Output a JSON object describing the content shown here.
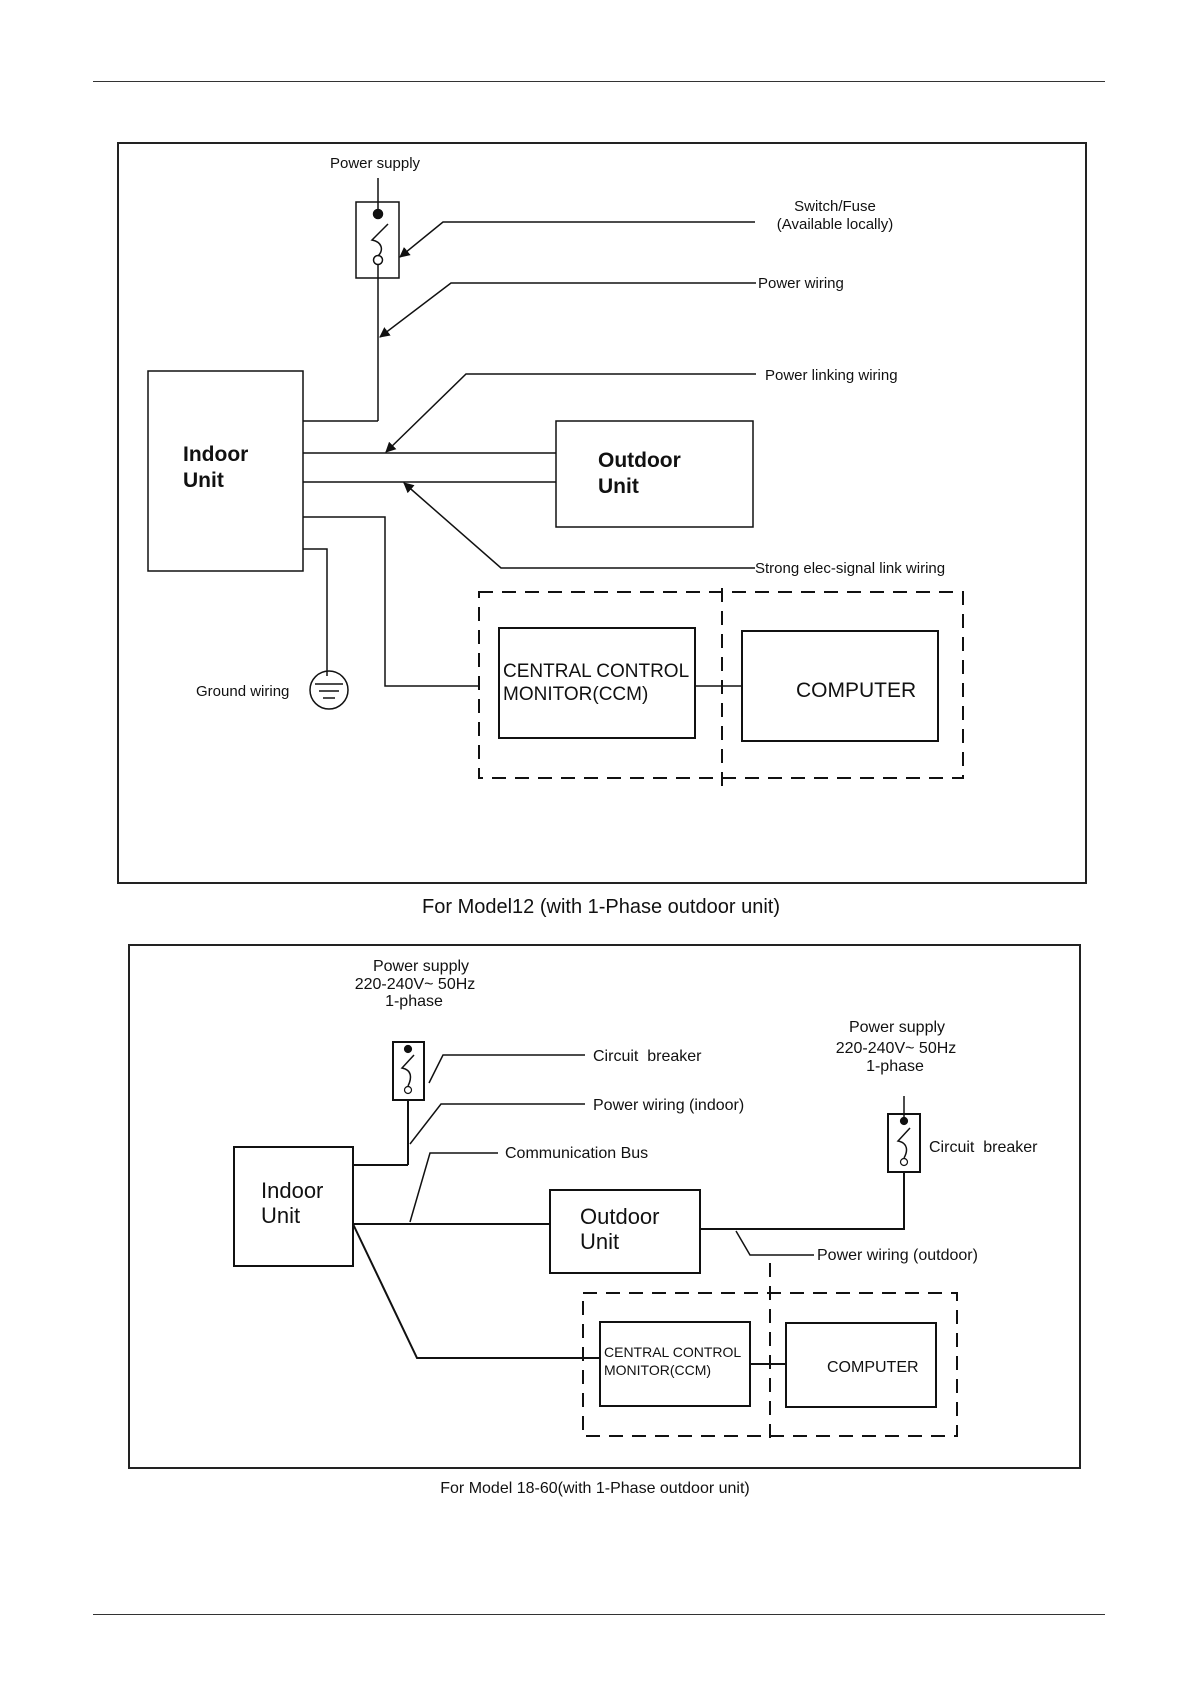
{
  "diagram1": {
    "power_supply": "Power supply",
    "switch_fuse": [
      "Switch/Fuse",
      "(Available locally)"
    ],
    "power_wiring": "Power wiring",
    "power_linking_wiring": "Power linking wiring",
    "strong_signal_wiring": "Strong elec-signal link wiring",
    "ground_wiring": "Ground wiring",
    "indoor_unit": [
      "Indoor",
      "Unit"
    ],
    "outdoor_unit": [
      "Outdoor",
      "Unit"
    ],
    "ccm": [
      "CENTRAL CONTROL",
      "MONITOR(CCM)"
    ],
    "computer": "COMPUTER",
    "caption": "For Model12 (with 1-Phase outdoor unit)"
  },
  "diagram2": {
    "power_supply_left": [
      "Power supply",
      "220-240V~ 50Hz",
      "1-phase"
    ],
    "power_supply_right": [
      "Power supply",
      "220-240V~ 50Hz",
      "1-phase"
    ],
    "circuit_breaker_left": "Circuit  breaker",
    "circuit_breaker_right": "Circuit  breaker",
    "power_wiring_indoor": "Power wiring (indoor)",
    "communication_bus": "Communication Bus",
    "power_wiring_outdoor": "Power wiring (outdoor)",
    "indoor_unit": [
      "Indoor",
      "Unit"
    ],
    "outdoor_unit": [
      "Outdoor",
      "Unit"
    ],
    "ccm": [
      "CENTRAL CONTROL",
      "MONITOR(CCM)"
    ],
    "computer": "COMPUTER",
    "caption": "For Model 18-60(with 1-Phase outdoor unit)"
  }
}
